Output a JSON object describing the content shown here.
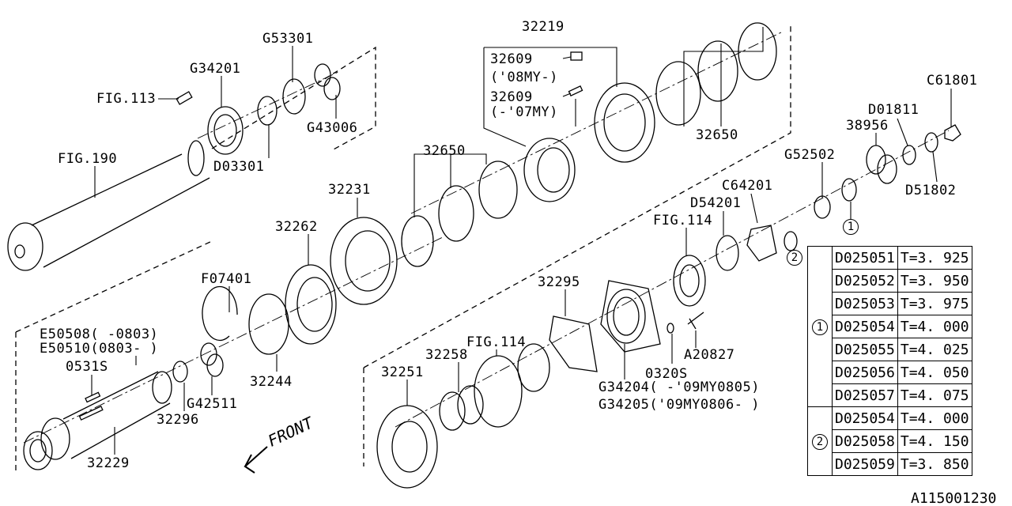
{
  "labels": {
    "l32219": "32219",
    "g53301": "G53301",
    "g34201": "G34201",
    "p32609a": "32609",
    "p32609a_note": "('08MY-)",
    "p32609b": "32609",
    "p32609b_note": "(-'07MY)",
    "fig113": "FIG.113",
    "g43006": "G43006",
    "d03301": "D03301",
    "fig190": "FIG.190",
    "p32650a": "32650",
    "p32650b": "32650",
    "c61801": "C61801",
    "d01811": "D01811",
    "p38956": "38956",
    "g52502": "G52502",
    "d51802": "D51802",
    "p32231": "32231",
    "c64201": "C64201",
    "d54201": "D54201",
    "fig114a": "FIG.114",
    "p32262": "32262",
    "f07401": "F07401",
    "p32295": "32295",
    "e50508": "E50508( -0803)",
    "e50510": "E50510(0803- )",
    "fig114b": "FIG.114",
    "a20827": "A20827",
    "s0531": "0531S",
    "p32258": "32258",
    "p32251": "32251",
    "p32244": "32244",
    "s0320": "0320S",
    "g34204": "G34204( -'09MY0805)",
    "g34205": "G34205('09MY0806- )",
    "g42511": "G42511",
    "p32296": "32296",
    "p32229": "32229",
    "front": "FRONT",
    "callout1": "1",
    "callout2": "2"
  },
  "selection_table": {
    "groups": [
      {
        "marker": "1",
        "rows": [
          {
            "part": "D025051",
            "thickness": "T=3. 925"
          },
          {
            "part": "D025052",
            "thickness": "T=3. 950"
          },
          {
            "part": "D025053",
            "thickness": "T=3. 975"
          },
          {
            "part": "D025054",
            "thickness": "T=4. 000"
          },
          {
            "part": "D025055",
            "thickness": "T=4. 025"
          },
          {
            "part": "D025056",
            "thickness": "T=4. 050"
          },
          {
            "part": "D025057",
            "thickness": "T=4. 075"
          }
        ]
      },
      {
        "marker": "2",
        "rows": [
          {
            "part": "D025054",
            "thickness": "T=4. 000"
          },
          {
            "part": "D025058",
            "thickness": "T=4. 150"
          },
          {
            "part": "D025059",
            "thickness": "T=3. 850"
          }
        ]
      }
    ]
  },
  "diagram_code": "A115001230"
}
